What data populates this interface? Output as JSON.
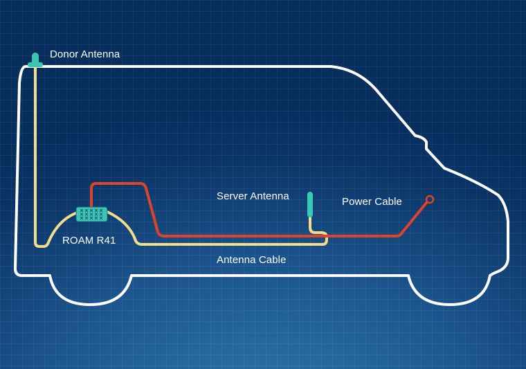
{
  "labels": {
    "donor_antenna": "Donor Antenna",
    "roam_device": "ROAM R41",
    "server_antenna": "Server Antenna",
    "power_cable": "Power Cable",
    "antenna_cable": "Antenna Cable"
  },
  "colors": {
    "van_outline": "#ffffff",
    "antenna_cable": "#f3dc8c",
    "power_cable": "#e0432c",
    "antenna": "#3cc7b4",
    "device": "#3cc7b4"
  }
}
